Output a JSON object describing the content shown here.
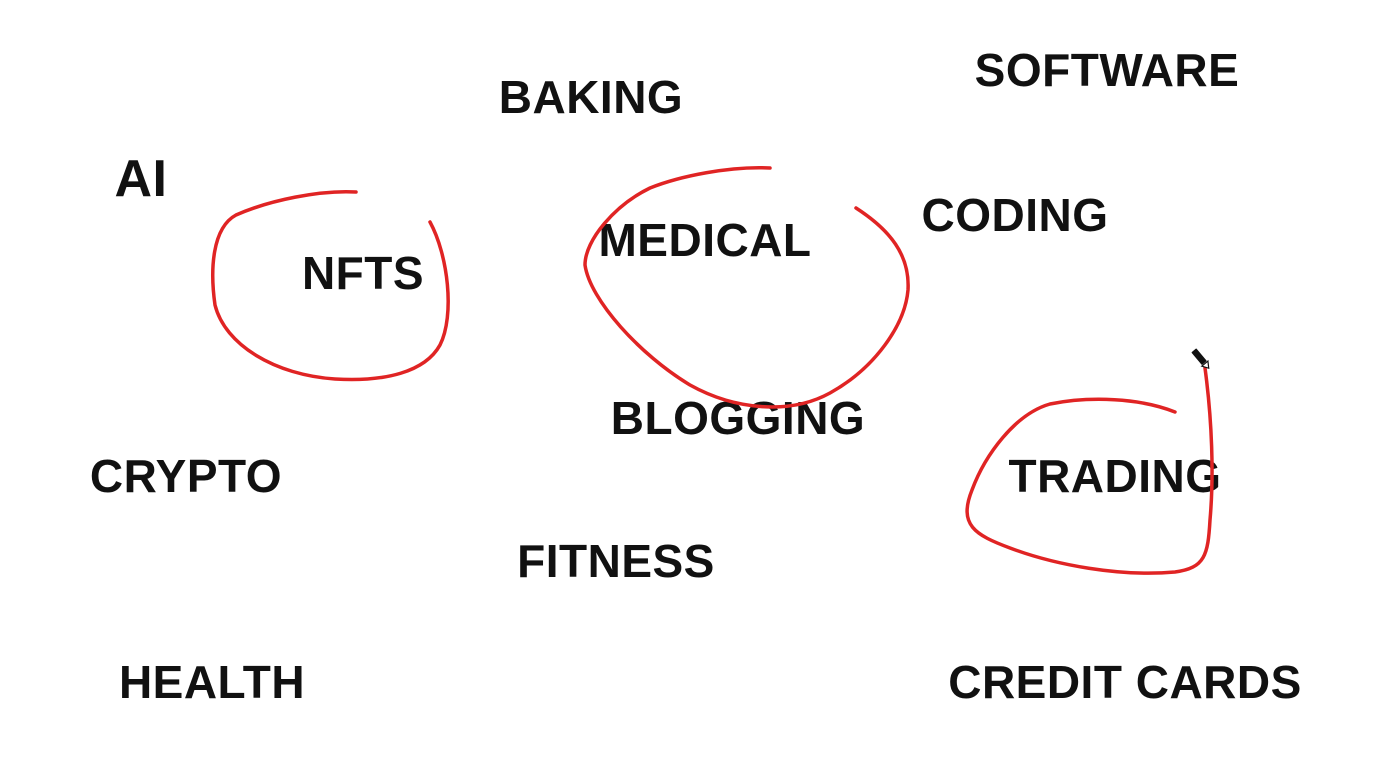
{
  "board": {
    "words": {
      "software": "SOFTWARE",
      "baking": "BAKING",
      "ai": "AI",
      "coding": "CODING",
      "nfts": "NFTS",
      "medical": "MEDICAL",
      "blogging": "BLOGGING",
      "crypto": "CRYPTO",
      "trading": "TRADING",
      "fitness": "FITNESS",
      "health": "HEALTH",
      "credit_cards": "CREDIT CARDS"
    },
    "text_color": "#111111"
  },
  "annotations": {
    "ink_color": "#e02424",
    "circled": [
      "NFTS",
      "MEDICAL",
      "TRADING"
    ]
  },
  "cursor": {
    "icon": "pen-cursor-icon"
  }
}
